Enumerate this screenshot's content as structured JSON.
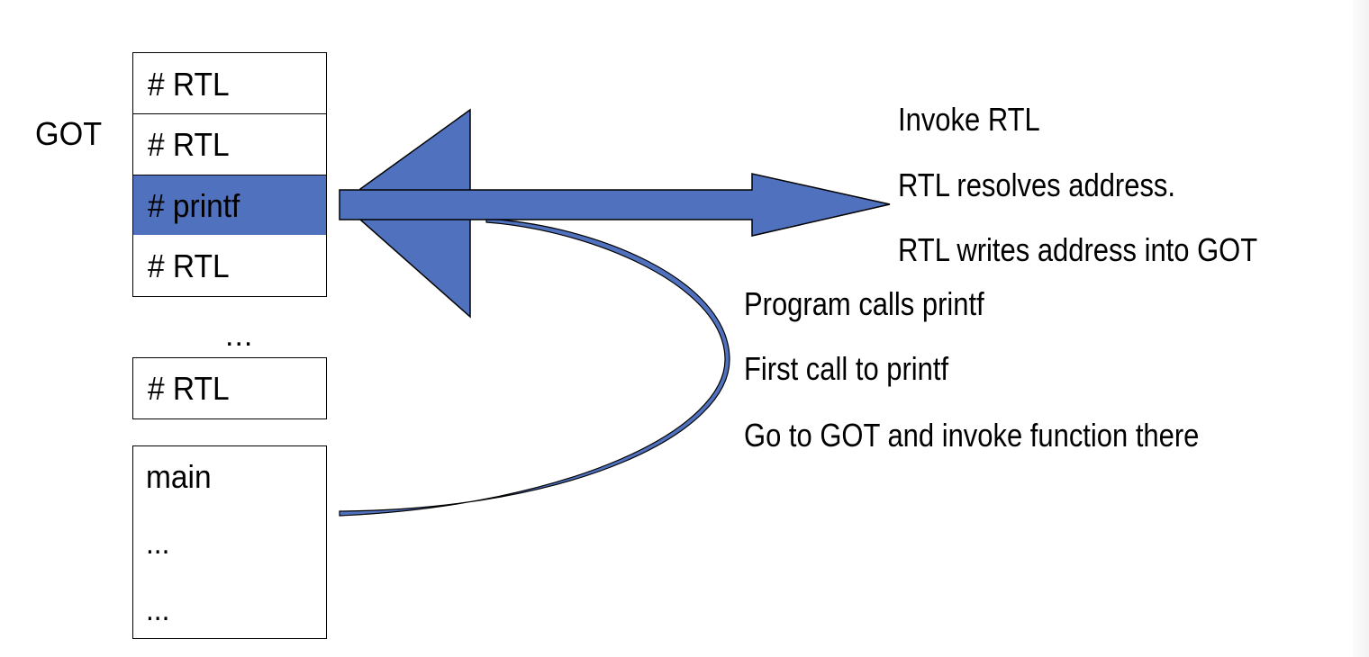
{
  "diagram": {
    "got_label": "GOT",
    "got_entries": [
      {
        "text": "# RTL",
        "highlighted": false
      },
      {
        "text": "# RTL",
        "highlighted": false
      },
      {
        "text": "# printf",
        "highlighted": true
      },
      {
        "text": "# RTL",
        "highlighted": false
      }
    ],
    "ellipsis": "...",
    "last_entry": "# RTL",
    "code_block": {
      "lines": [
        "main",
        "...",
        "..."
      ]
    },
    "steps_upper": [
      "Invoke RTL",
      "RTL resolves address.",
      "RTL writes address into GOT"
    ],
    "steps_lower": [
      "Program calls printf",
      "First call to printf",
      "Go to GOT and invoke function there"
    ],
    "colors": {
      "accent_blue": "#5071be",
      "outline": "#000000"
    }
  }
}
